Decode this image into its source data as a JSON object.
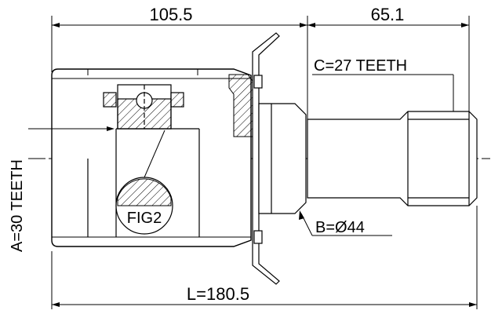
{
  "dimensions": {
    "housing_length": "105.5",
    "shaft_length": "65.1",
    "overall_length": "L=180.5",
    "outer_spline": "C=27 TEETH",
    "inner_spline": "A=30 TEETH",
    "seal_diameter": "B=Ø44"
  },
  "detail": {
    "label": "FIG2"
  },
  "colors": {
    "line": "#000000",
    "background": "#ffffff"
  }
}
